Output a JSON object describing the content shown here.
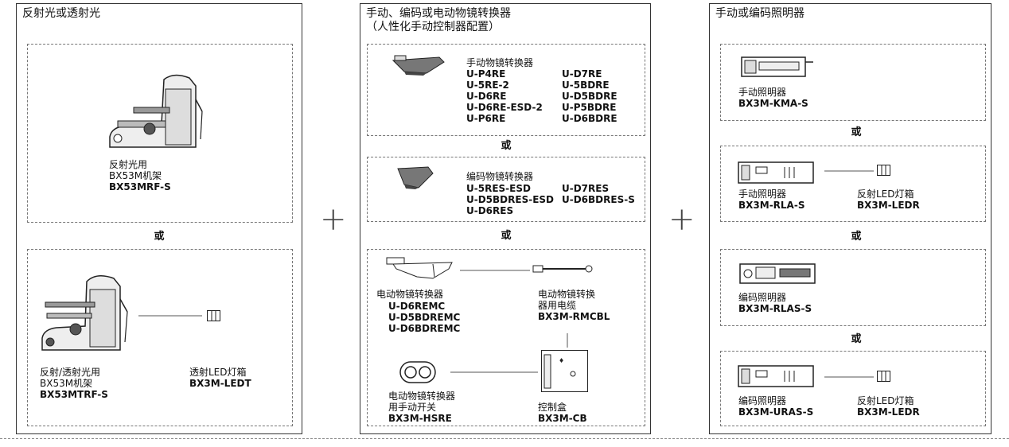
{
  "col1": {
    "title": "反射光或透射光",
    "frame1": {
      "line1": "反射光用",
      "line2": "BX53M机架",
      "model": "BX53MRF-S"
    },
    "or": "或",
    "frame2": {
      "line1": "反射/透射光用",
      "line2": "BX53M机架",
      "model": "BX53MTRF-S"
    },
    "ledt": {
      "label": "透射LED灯箱",
      "model": "BX3M-LEDT"
    }
  },
  "plus": "+",
  "col2": {
    "title1": "手动、编码或电动物镜转换器",
    "title2": "（人性化手动控制器配置）",
    "manual": {
      "label": "手动物镜转换器",
      "left": [
        "U-P4RE",
        "U-5RE-2",
        "U-D6RE",
        "U-D6RE-ESD-2",
        "U-P6RE"
      ],
      "right": [
        "U-D7RE",
        "U-5BDRE",
        "U-D5BDRE",
        "U-P5BDRE",
        "U-D6BDRE"
      ]
    },
    "or1": "或",
    "coded": {
      "label": "编码物镜转换器",
      "left": [
        "U-5RES-ESD",
        "U-D5BDRES-ESD",
        "U-D6RES"
      ],
      "right": [
        "U-D7RES",
        "U-D6BDRES-S"
      ]
    },
    "or2": "或",
    "motor": {
      "label": "电动物镜转换器",
      "models": [
        "U-D6REMC",
        "U-D5BDREMC",
        "U-D6BDREMC"
      ]
    },
    "cable": {
      "line1": "电动物镜转换",
      "line2": "器用电缆",
      "model": "BX3M-RMCBL"
    },
    "switch": {
      "line1": "电动物镜转换器",
      "line2": "用手动开关",
      "model": "BX3M-HSRE"
    },
    "cb": {
      "label": "控制盒",
      "model": "BX3M-CB"
    }
  },
  "col3": {
    "title": "手动或编码照明器",
    "kma": {
      "label": "手动照明器",
      "model": "BX3M-KMA-S"
    },
    "or1": "或",
    "rla": {
      "label": "手动照明器",
      "model": "BX3M-RLA-S"
    },
    "ledr1": {
      "label": "反射LED灯箱",
      "model": "BX3M-LEDR"
    },
    "or2": "或",
    "rlas": {
      "label": "编码照明器",
      "model": "BX3M-RLAS-S"
    },
    "or3": "或",
    "uras": {
      "label": "编码照明器",
      "model": "BX3M-URAS-S"
    },
    "ledr2": {
      "label": "反射LED灯箱",
      "model": "BX3M-LEDR"
    }
  }
}
